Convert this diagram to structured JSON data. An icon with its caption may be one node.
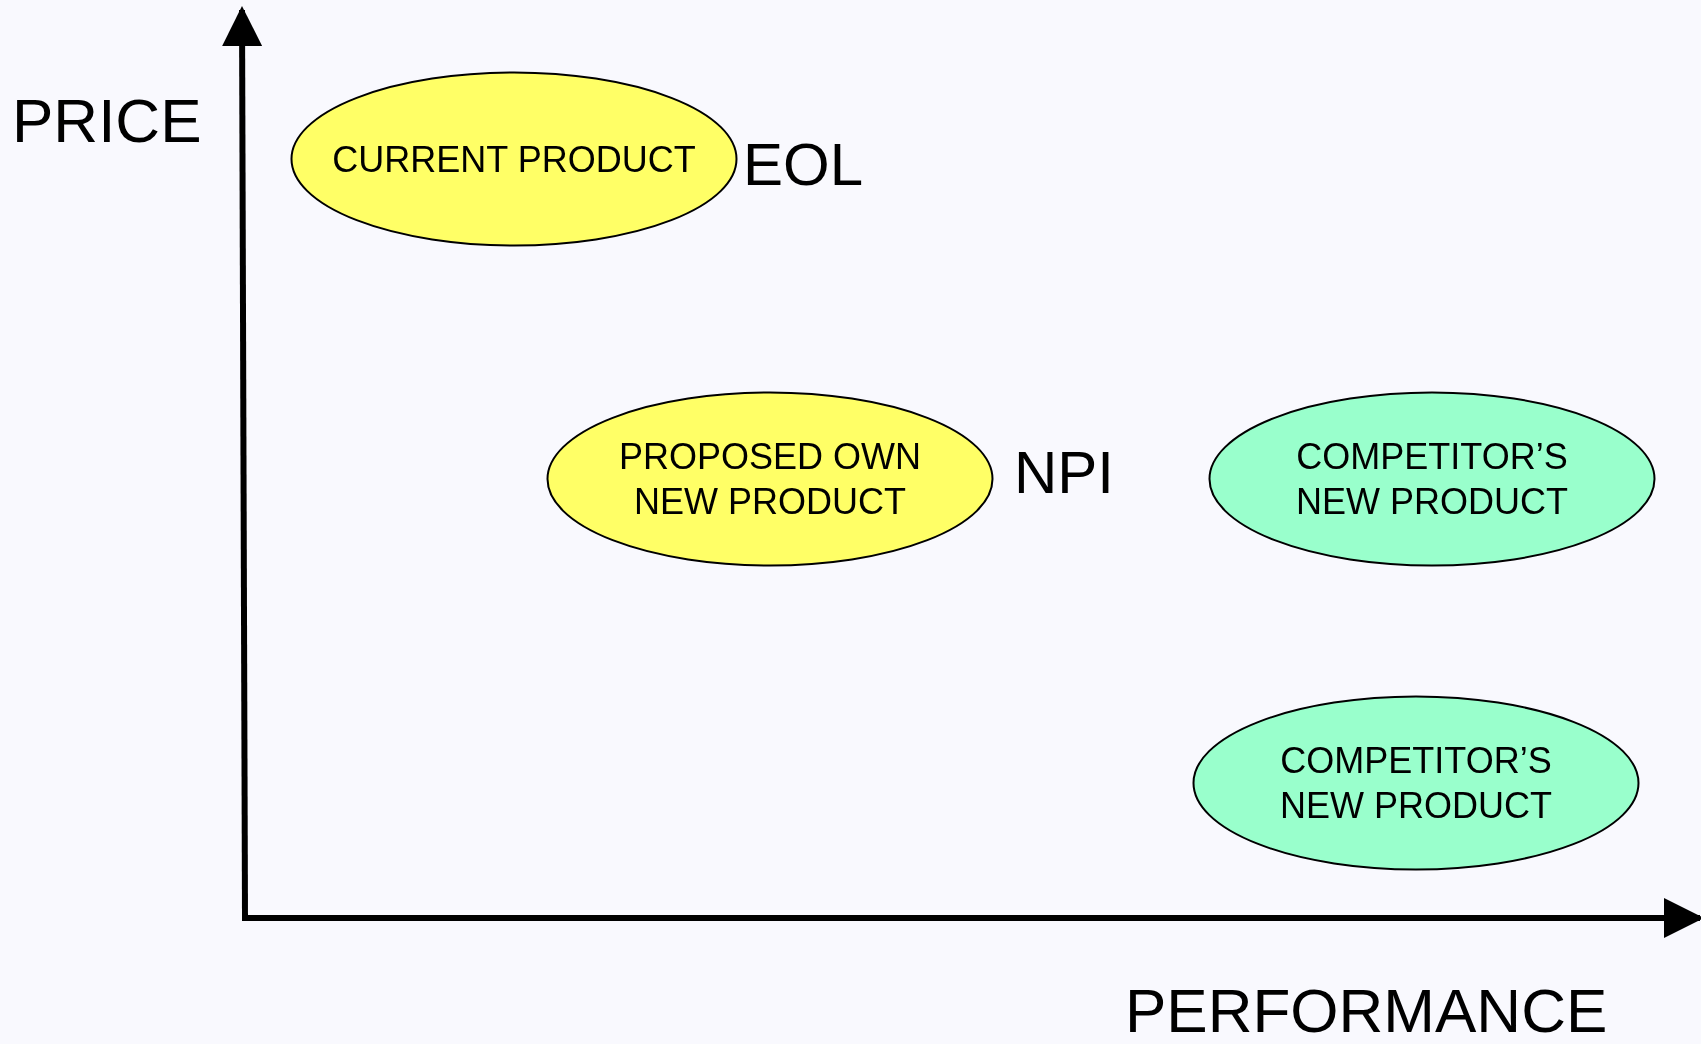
{
  "diagram": {
    "nodes": [
      {
        "text": [
          "CURRENT PRODUCT"
        ],
        "beside": [
          "EOL"
        ]
      },
      {
        "text": [
          "PROPOSED OWN NEW PRODUCT"
        ],
        "beside": [
          "NPI"
        ]
      },
      {
        "text": [
          "COMPETITOR’S NEW PRODUCT"
        ]
      },
      {
        "text": [
          "COMPETITOR’S NEW PRODUCT"
        ]
      }
    ],
    "edges": [],
    "labels": [
      "PRICE",
      "PERFORMANCE"
    ]
  }
}
